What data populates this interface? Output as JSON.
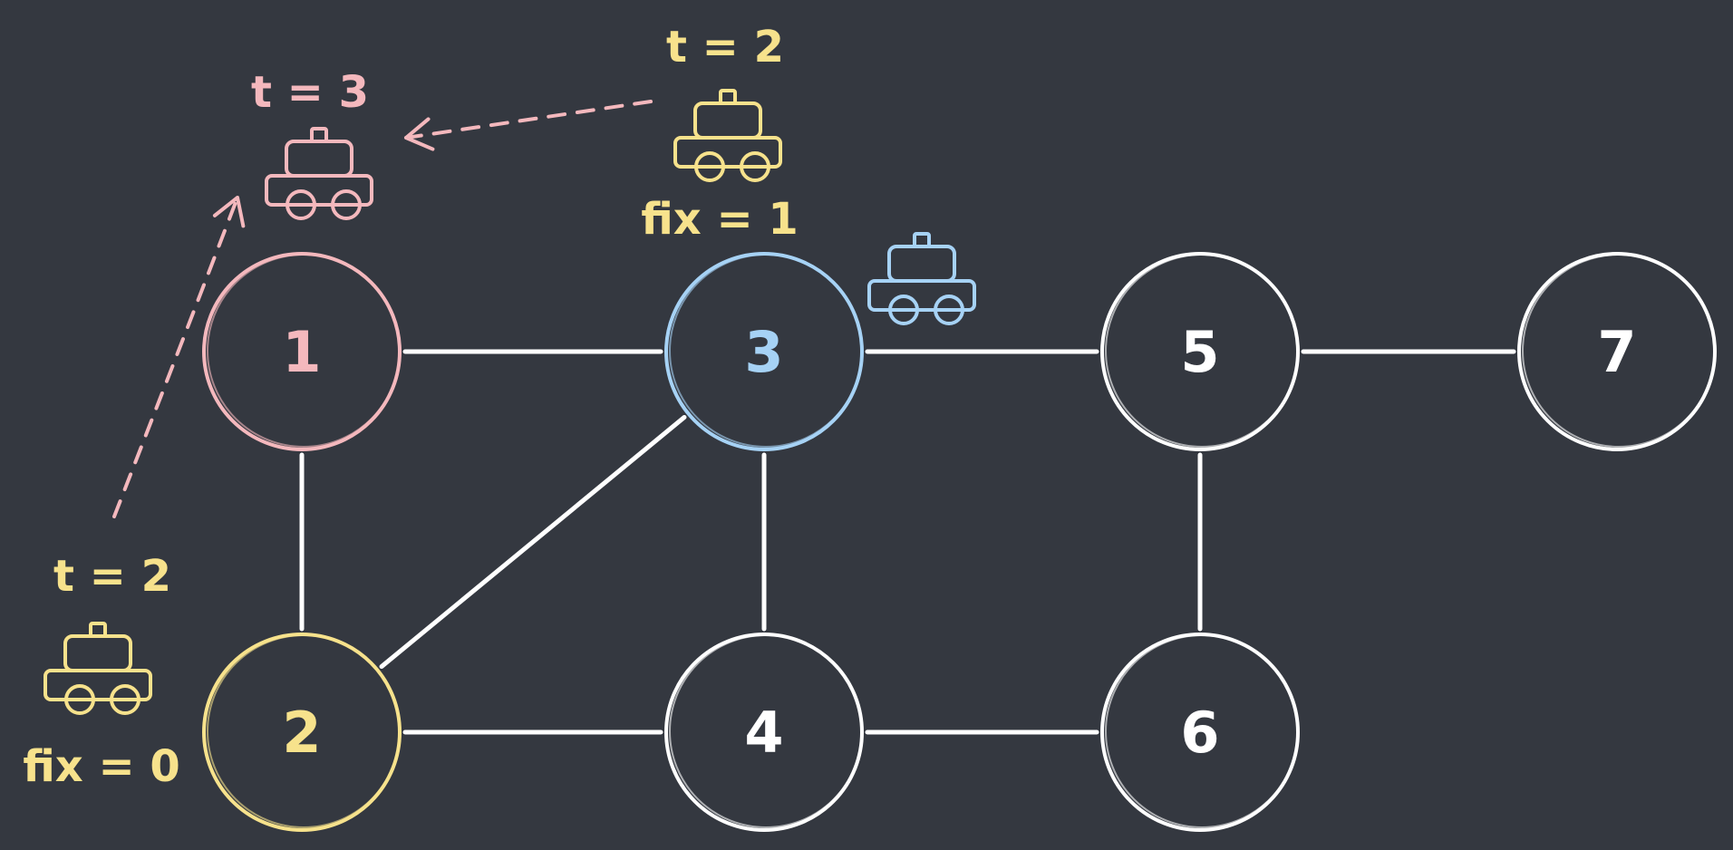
{
  "colors": {
    "background": "#343840",
    "white": "#ffffff",
    "pink": "#f4b8bd",
    "blue": "#a6d2f5",
    "yellow": "#f7e28c"
  },
  "nodes": [
    {
      "id": "1",
      "label": "1",
      "color": "pink"
    },
    {
      "id": "2",
      "label": "2",
      "color": "yellow"
    },
    {
      "id": "3",
      "label": "3",
      "color": "blue"
    },
    {
      "id": "4",
      "label": "4",
      "color": "white"
    },
    {
      "id": "5",
      "label": "5",
      "color": "white"
    },
    {
      "id": "6",
      "label": "6",
      "color": "white"
    },
    {
      "id": "7",
      "label": "7",
      "color": "white"
    }
  ],
  "edges": [
    {
      "from": "1",
      "to": "3"
    },
    {
      "from": "1",
      "to": "2"
    },
    {
      "from": "2",
      "to": "3"
    },
    {
      "from": "2",
      "to": "4"
    },
    {
      "from": "3",
      "to": "4"
    },
    {
      "from": "3",
      "to": "5"
    },
    {
      "from": "4",
      "to": "6"
    },
    {
      "from": "5",
      "to": "6"
    },
    {
      "from": "5",
      "to": "7"
    }
  ],
  "annotations": {
    "time_node1": "t = 3",
    "time_top": "t = 2",
    "fix_top": "fix = 1",
    "time_left": "t = 2",
    "fix_left": "fix = 0"
  },
  "vehicles": [
    {
      "id": "pink",
      "color": "pink",
      "icon": "car-icon"
    },
    {
      "id": "yellow-top",
      "color": "yellow",
      "icon": "car-icon"
    },
    {
      "id": "blue",
      "color": "blue",
      "icon": "car-icon"
    },
    {
      "id": "yellow-left",
      "color": "yellow",
      "icon": "car-icon"
    }
  ],
  "arrows": [
    {
      "from": "yellow-top",
      "to": "pink",
      "style": "dashed",
      "color": "pink"
    },
    {
      "from": "yellow-left",
      "to": "pink",
      "style": "dashed",
      "color": "pink"
    }
  ]
}
